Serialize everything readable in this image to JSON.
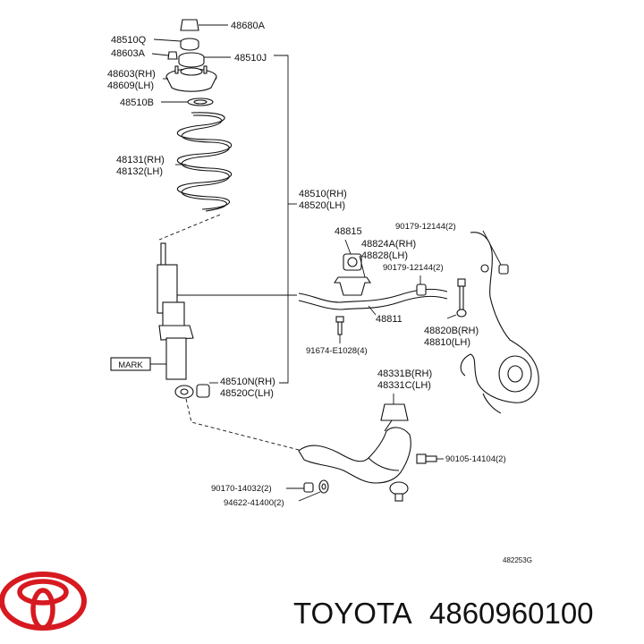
{
  "labels": {
    "l48680A": "48680A",
    "l48510Q": "48510Q",
    "l48603A": "48603A",
    "l48510J": "48510J",
    "l48603RH": "48603(RH)",
    "l48609LH": "48609(LH)",
    "l48510B": "48510B",
    "l48131RH": "48131(RH)",
    "l48132LH": "48132(LH)",
    "l48510RH": "48510(RH)",
    "l48520LH": "48520(LH)",
    "l48815": "48815",
    "l90179a": "90179-12144(2)",
    "l48824ARH": "48824A(RH)",
    "l48828LH": "48828(LH)",
    "l90179b": "90179-12144(2)",
    "l48811": "48811",
    "l48820BRH": "48820B(RH)",
    "l48810LH": "48810(LH)",
    "l91674": "91674-E1028(4)",
    "mark": "MARK",
    "l48510NRH": "48510N(RH)",
    "l48520CLH": "48520C(LH)",
    "l48331BRH": "48331B(RH)",
    "l48331CLH": "48331C(LH)",
    "l90105": "90105-14104(2)",
    "l90170": "90170-14032(2)",
    "l94622": "94622-41400(2)",
    "diagram_code": "482253G"
  },
  "brand": {
    "name": "TOYOTA",
    "part_number": "4860960100",
    "logo_color": "#d71920"
  }
}
